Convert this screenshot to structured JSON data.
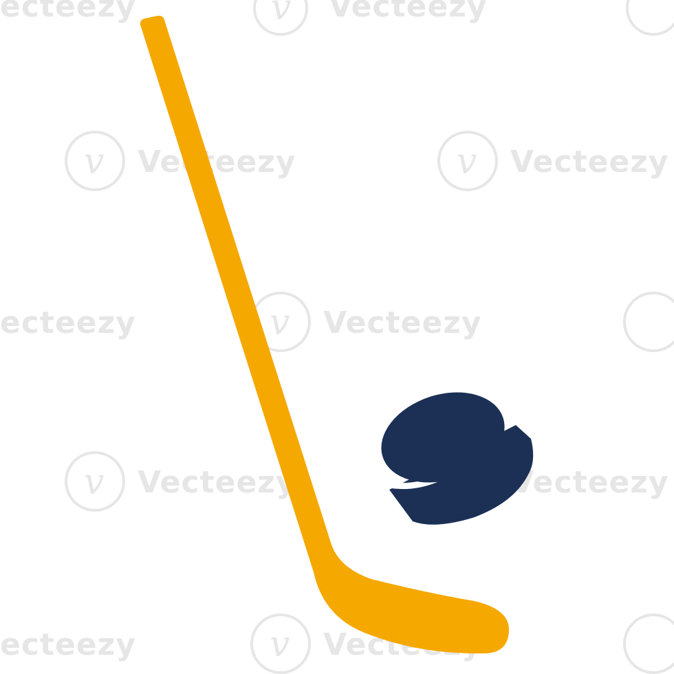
{
  "watermark": {
    "text": "Vecteezy",
    "partial_text": "ecteezy",
    "logo_letter": "v"
  },
  "colors": {
    "background": "#ffffff",
    "stick": "#F5A800",
    "puck": "#1B3054",
    "puck_band": "#ffffff",
    "watermark": "#e6e6e6"
  },
  "icons": [
    "hockey-stick-icon",
    "hockey-puck-icon"
  ]
}
